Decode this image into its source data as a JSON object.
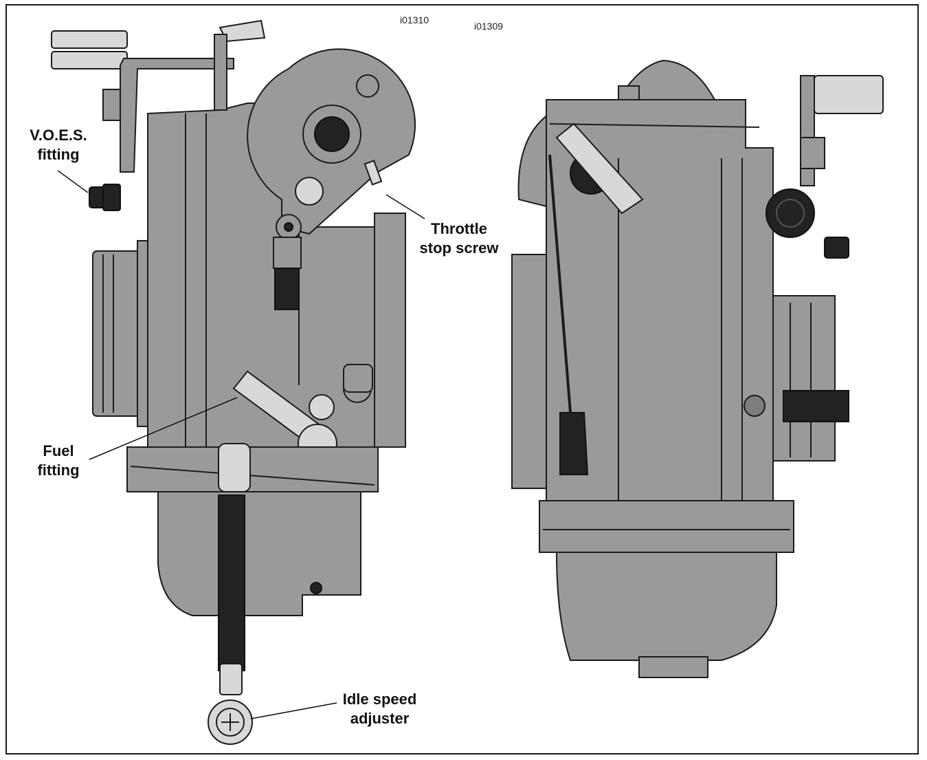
{
  "figure_ids": [
    "i01310",
    "i01309"
  ],
  "callouts": {
    "voes": [
      "V.O.E.S.",
      "fitting"
    ],
    "throttle_stop": [
      "Throttle",
      "stop screw"
    ],
    "fuel": [
      "Fuel",
      "fitting"
    ],
    "idle_speed": [
      "Idle speed",
      "adjuster"
    ]
  },
  "colors": {
    "body_fill": "#9a9a9a",
    "body_dark": "#7d7d7d",
    "outline": "#1b1b1b",
    "highlight": "#d8d8d8",
    "black_part": "#222222"
  }
}
